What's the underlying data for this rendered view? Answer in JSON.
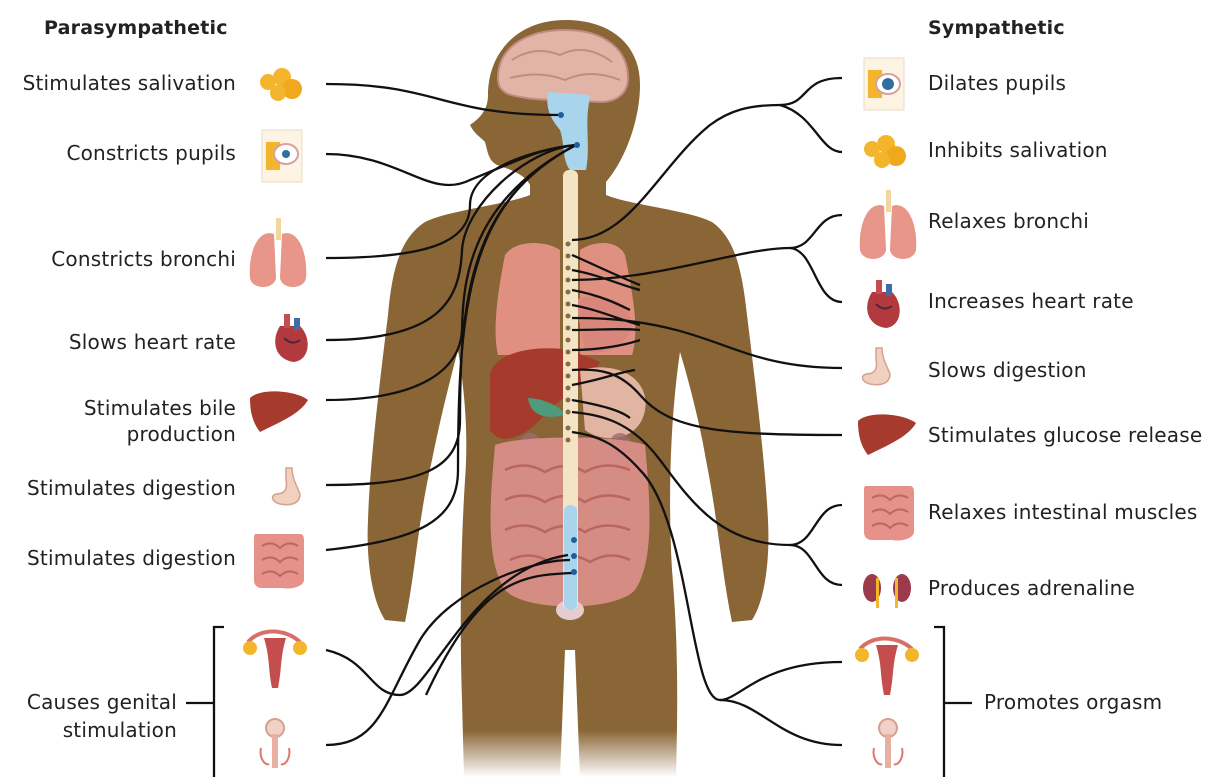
{
  "titles": {
    "parasympathetic": "Parasympathetic",
    "sympathetic": "Sympathetic"
  },
  "parasympathetic": {
    "stimulates_salivation": "Stimulates salivation",
    "constricts_pupils": "Constricts pupils",
    "constricts_bronchi": "Constricts bronchi",
    "slows_heart_rate": "Slows heart rate",
    "bile_line1": "Stimulates bile",
    "bile_line2": "production",
    "stimulates_digestion_stomach": "Stimulates digestion",
    "stimulates_digestion_intestine": "Stimulates digestion",
    "genital_line1": "Causes genital",
    "genital_line2": "stimulation"
  },
  "sympathetic": {
    "dilates_pupils": "Dilates pupils",
    "inhibits_salivation": "Inhibits salivation",
    "relaxes_bronchi": "Relaxes bronchi",
    "increases_heart_rate": "Increases heart rate",
    "slows_digestion": "Slows digestion",
    "stimulates_glucose_release": "Stimulates glucose release",
    "relaxes_intestinal_muscles": "Relaxes intestinal muscles",
    "produces_adrenaline": "Produces adrenaline",
    "promotes_orgasm": "Promotes orgasm"
  },
  "colors": {
    "skin": "#8a6535",
    "spine": "#f2e4c4",
    "brainstem": "#a8d4ec",
    "nerve_line": "#111111",
    "organ_pink": "#e8958a",
    "liver": "#a63a2c",
    "gland_yellow": "#f3b52b",
    "heart": "#b23a3f"
  }
}
